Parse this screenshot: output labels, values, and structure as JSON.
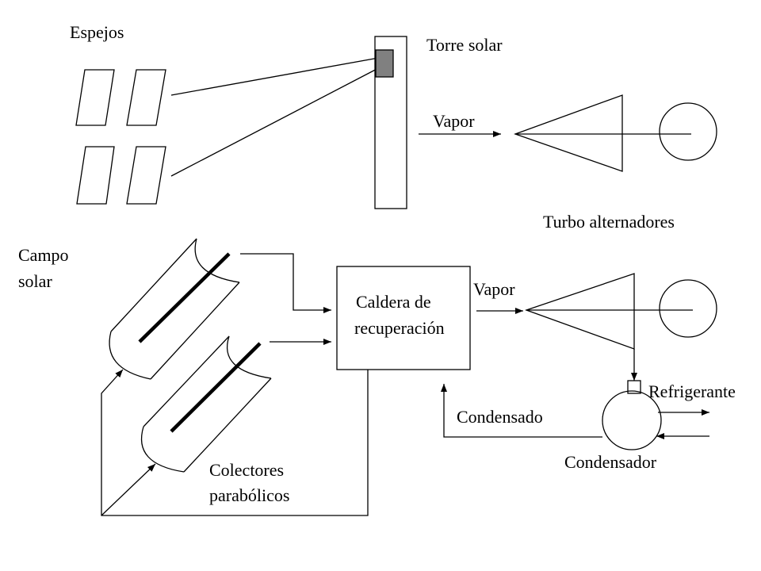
{
  "labels": {
    "espejos": "Espejos",
    "torre_solar": "Torre solar",
    "vapor_top": "Vapor",
    "turbo_alternadores": "Turbo alternadores",
    "campo_line1": "Campo",
    "campo_line2": "solar",
    "caldera_line1": "Caldera de",
    "caldera_line2": "recuperación",
    "vapor_bottom": "Vapor",
    "refrigerante": "Refrigerante",
    "condensado": "Condensado",
    "condensador": "Condensador",
    "colectores_line1": "Colectores",
    "colectores_line2": "parabólicos"
  },
  "colors": {
    "line": "#000000",
    "receiver": "#808080",
    "background": "#ffffff"
  }
}
